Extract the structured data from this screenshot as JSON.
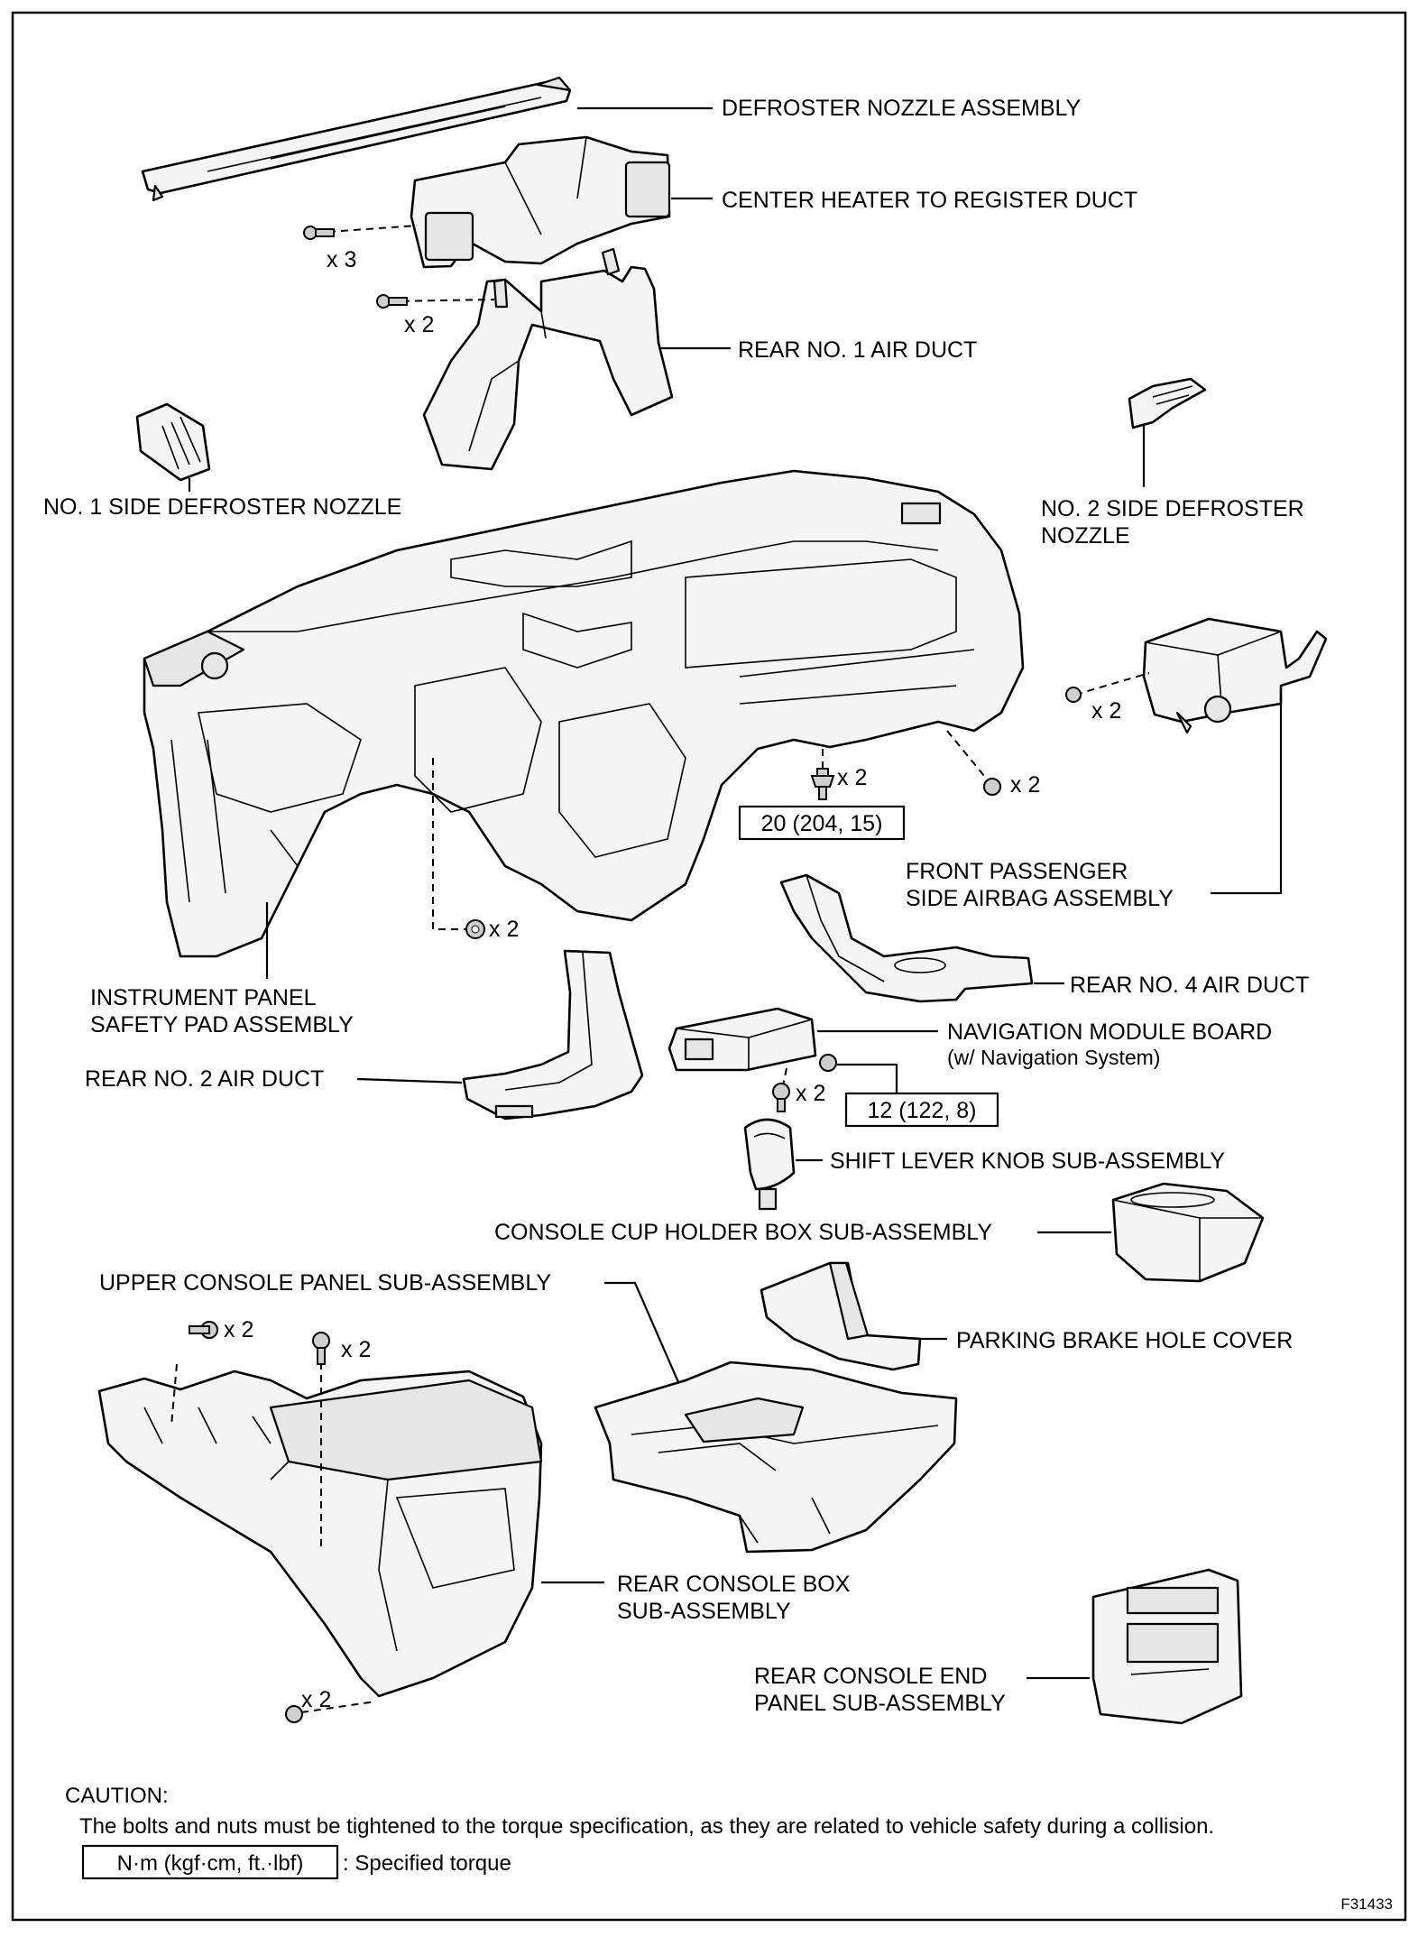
{
  "labels": {
    "defroster_nozzle": "DEFROSTER NOZZLE ASSEMBLY",
    "center_heater_duct": "CENTER HEATER TO REGISTER DUCT",
    "rear_no1_air_duct": "REAR NO. 1 AIR DUCT",
    "no1_side_defroster": "NO. 1 SIDE DEFROSTER NOZZLE",
    "no2_side_defroster_line1": "NO. 2 SIDE DEFROSTER",
    "no2_side_defroster_line2": "NOZZLE",
    "front_passenger_airbag_line1": "FRONT PASSENGER",
    "front_passenger_airbag_line2": "SIDE AIRBAG ASSEMBLY",
    "rear_no4_air_duct": "REAR NO. 4 AIR DUCT",
    "instrument_panel_line1": "INSTRUMENT PANEL",
    "instrument_panel_line2": "SAFETY PAD ASSEMBLY",
    "navigation_module_line1": "NAVIGATION MODULE BOARD",
    "navigation_module_line2": "(w/ Navigation System)",
    "rear_no2_air_duct": "REAR NO. 2 AIR DUCT",
    "shift_lever_knob": "SHIFT LEVER KNOB SUB-ASSEMBLY",
    "console_cup_holder": "CONSOLE CUP HOLDER BOX SUB-ASSEMBLY",
    "upper_console_panel": "UPPER CONSOLE PANEL SUB-ASSEMBLY",
    "parking_brake_cover": "PARKING BRAKE HOLE COVER",
    "rear_console_box_line1": "REAR CONSOLE BOX",
    "rear_console_box_line2": "SUB-ASSEMBLY",
    "rear_console_end_line1": "REAR CONSOLE END",
    "rear_console_end_line2": "PANEL SUB-ASSEMBLY"
  },
  "quantities": {
    "q_center_duct": "x 3",
    "q_rear_no1_duct": "x 2",
    "q_airbag": "x 2",
    "q_panel_center": "x 2",
    "q_panel_right": "x 2",
    "q_panel_nut": "x 2",
    "q_nav": "x 2",
    "q_console_left": "x 2",
    "q_console_mid": "x 2",
    "q_console_rear": "x 2"
  },
  "torques": {
    "panel_bolt": "20 (204, 15)",
    "nav_bolt": "12 (122, 8)"
  },
  "caution": {
    "title": "CAUTION:",
    "text": "The bolts and nuts must be tightened to the torque specification, as they are related to vehicle safety during a collision."
  },
  "legend": {
    "unit_box": "N·m (kgf·cm, ft.·lbf)",
    "description": ": Specified torque"
  },
  "figure_id": "F31433"
}
